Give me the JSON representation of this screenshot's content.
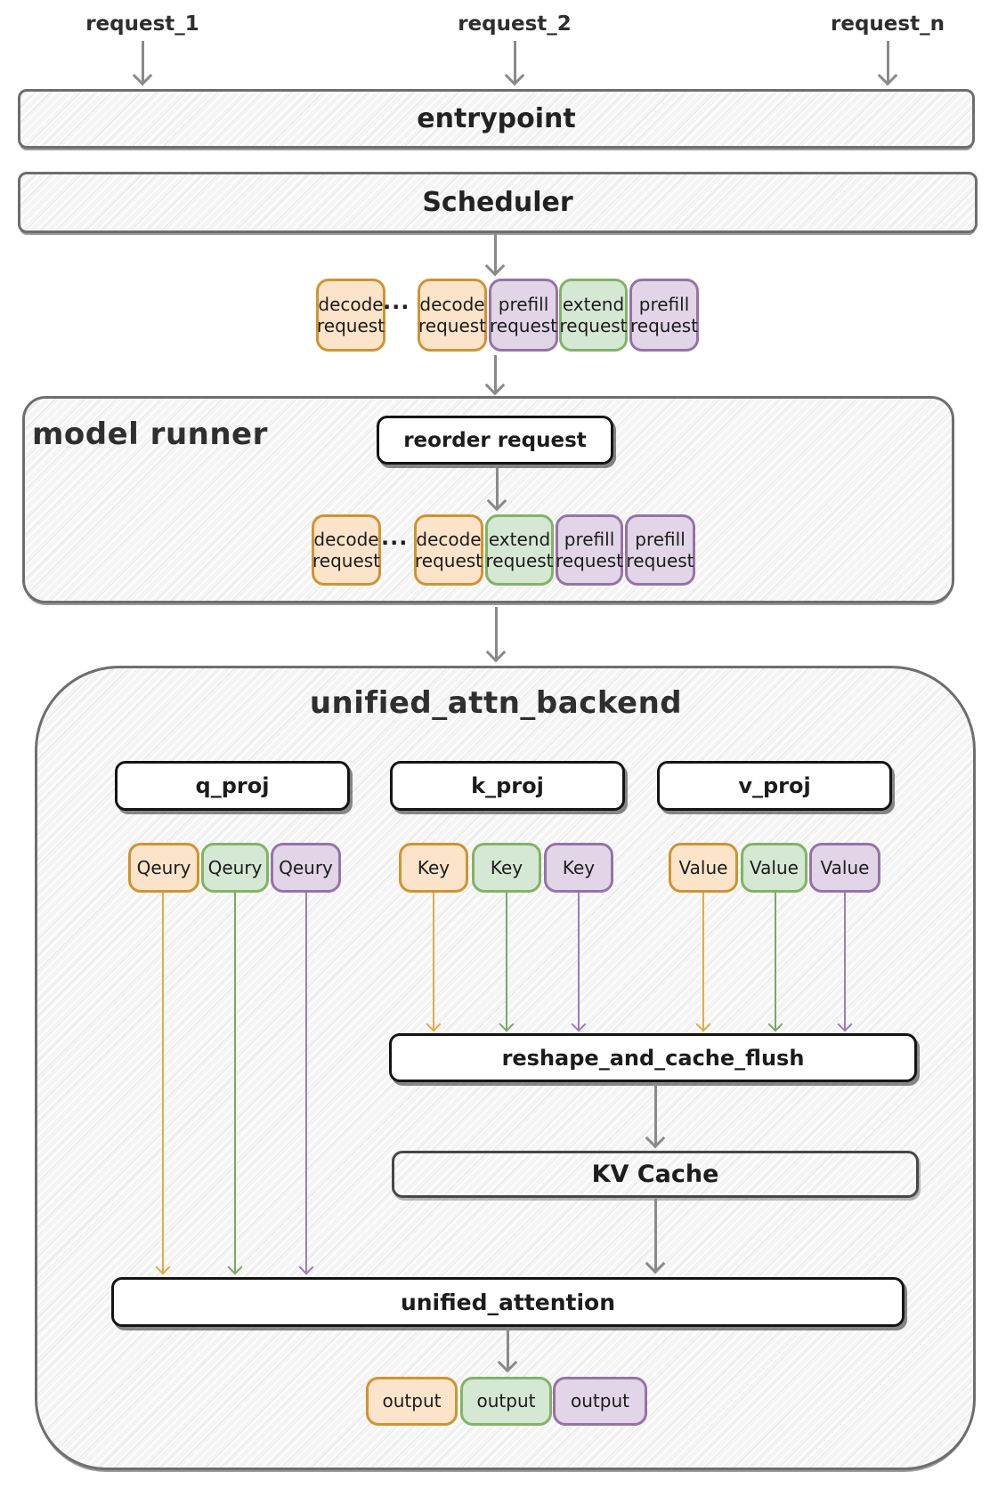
{
  "palette": {
    "orange_fill": "#FBE4C9",
    "orange_stroke": "#CE9433",
    "green_fill": "#D5E8D4",
    "green_stroke": "#82B366",
    "purple_fill": "#E1D5E7",
    "purple_stroke": "#9673A6",
    "arrow_gray": "#8A8A8A",
    "arrow_orange": "#DBAE45",
    "arrow_green": "#78A968",
    "arrow_purple": "#9B7EB8"
  },
  "requests": [
    "request_1",
    "request_2",
    "request_n"
  ],
  "entrypoint_label": "entrypoint",
  "scheduler_label": "Scheduler",
  "scheduled_queue": {
    "ellipsis": "...",
    "items": [
      {
        "label": "decode\nrequest",
        "color": "orange"
      },
      {
        "label": "decode\nrequest",
        "color": "orange"
      },
      {
        "label": "prefill\nrequest",
        "color": "purple"
      },
      {
        "label": "extend\nrequest",
        "color": "green"
      },
      {
        "label": "prefill\nrequest",
        "color": "purple"
      }
    ]
  },
  "model_runner": {
    "title": "model runner",
    "reorder_label": "reorder request",
    "ellipsis": "...",
    "reordered_queue": [
      {
        "label": "decode\nrequest",
        "color": "orange"
      },
      {
        "label": "decode\nrequest",
        "color": "orange"
      },
      {
        "label": "extend\nrequest",
        "color": "green"
      },
      {
        "label": "prefill\nrequest",
        "color": "purple"
      },
      {
        "label": "prefill\nrequest",
        "color": "purple"
      }
    ]
  },
  "backend": {
    "title": "unified_attn_backend",
    "projections": [
      "q_proj",
      "k_proj",
      "v_proj"
    ],
    "query_chips": [
      {
        "label": "Qeury",
        "color": "orange"
      },
      {
        "label": "Qeury",
        "color": "green"
      },
      {
        "label": "Qeury",
        "color": "purple"
      }
    ],
    "key_chips": [
      {
        "label": "Key",
        "color": "orange"
      },
      {
        "label": "Key",
        "color": "green"
      },
      {
        "label": "Key",
        "color": "purple"
      }
    ],
    "value_chips": [
      {
        "label": "Value",
        "color": "orange"
      },
      {
        "label": "Value",
        "color": "green"
      },
      {
        "label": "Value",
        "color": "purple"
      }
    ],
    "reshape_label": "reshape_and_cache_flush",
    "kv_cache_label": "KV Cache",
    "attention_label": "unified_attention",
    "outputs": [
      {
        "label": "output",
        "color": "orange"
      },
      {
        "label": "output",
        "color": "green"
      },
      {
        "label": "output",
        "color": "purple"
      }
    ]
  }
}
